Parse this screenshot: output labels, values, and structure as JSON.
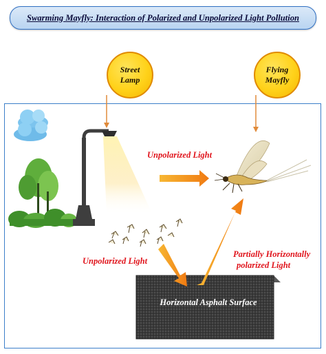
{
  "title": "Swarming Mayfly: Interaction of Polarized and Unpolarized Light Pollution",
  "callouts": {
    "street_lamp_line1": "Street",
    "street_lamp_line2": "Lamp",
    "flying_mayfly_line1": "Flying",
    "flying_mayfly_line2": "Mayfly"
  },
  "labels": {
    "unpolarized_top": "Unpolarized Light",
    "unpolarized_bottom": "Unpolarized Light",
    "partial_line1": "Partially Horizontally",
    "partial_line2": "polarized Light",
    "asphalt": "Horizontal Asphalt Surface"
  },
  "colors": {
    "frame": "#3b7ec9",
    "label_red": "#e0141c",
    "arrow_orange": "#f39a1e",
    "callout_yellow": "#ffd21a",
    "callout_line": "#e08a3a"
  },
  "icons": [
    "cloud-icon",
    "tree-icon",
    "street-lamp-icon",
    "mayfly-icon",
    "mayfly-swarm-icon",
    "asphalt-block"
  ]
}
